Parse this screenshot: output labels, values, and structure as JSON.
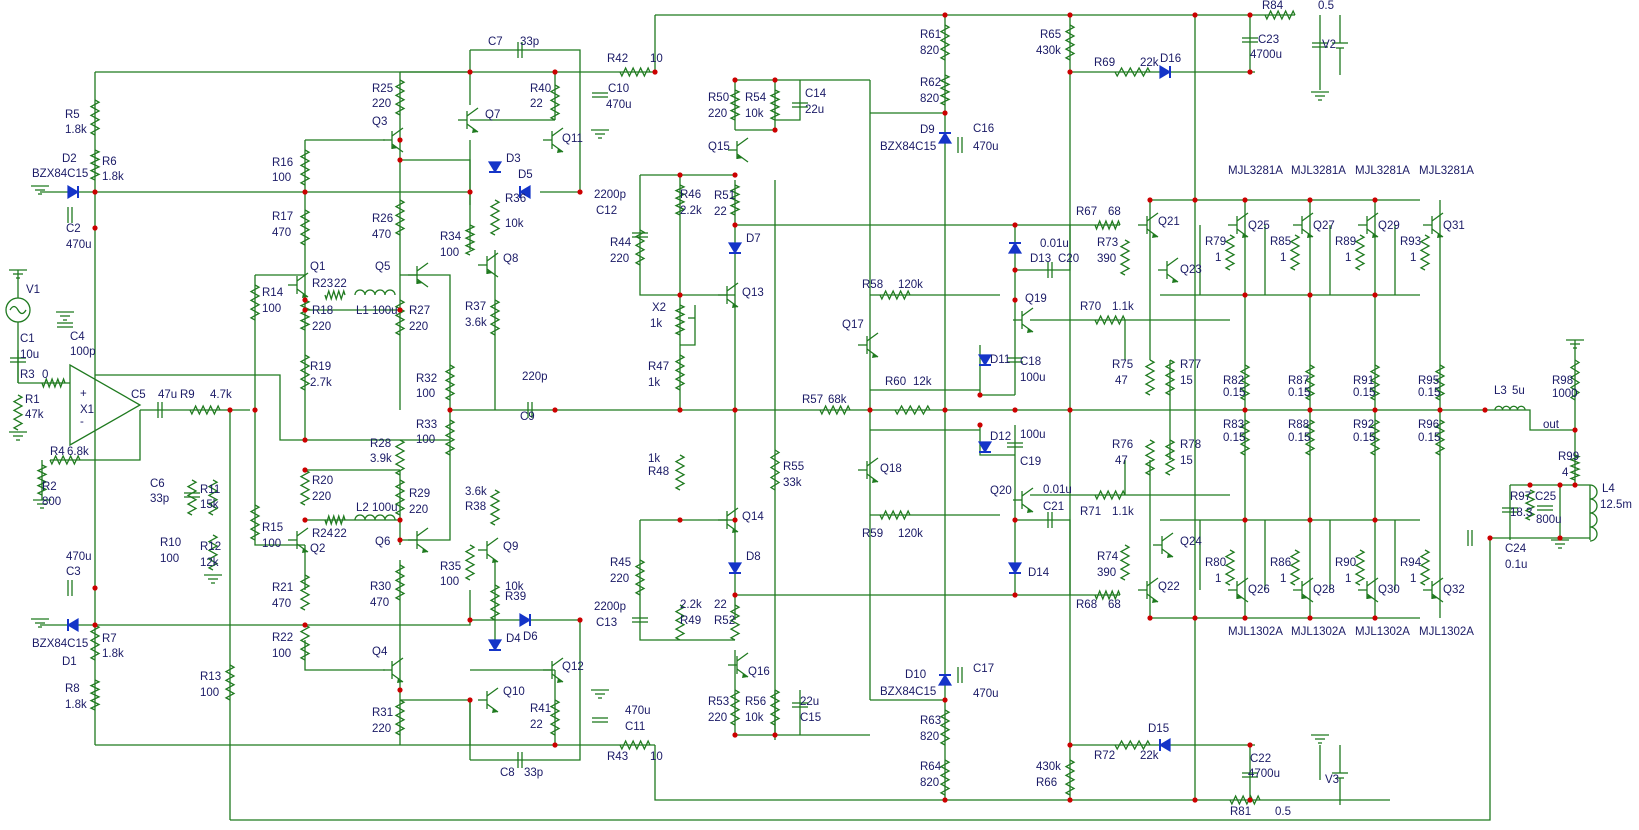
{
  "labels": {
    "R84": "R84",
    "R84v": "0.5",
    "C23": "C23",
    "C23v": "4700u",
    "V2": "V2",
    "C7": "C7",
    "C7v": "33p",
    "R42": "R42",
    "R42v": "10",
    "C10": "C10",
    "C10v": "470u",
    "R61": "R61",
    "R61v": "820",
    "R65": "R65",
    "R65v": "430k",
    "R62": "R62",
    "R62v": "820",
    "R69": "R69",
    "R69v": "22k",
    "D16": "D16",
    "D9": "D9",
    "D9t": "BZX84C15",
    "C16": "C16",
    "C16v": "470u",
    "R5": "R5",
    "R5v": "1.8k",
    "R6": "R6",
    "R6v": "1.8k",
    "D2": "D2",
    "D2t": "BZX84C15",
    "C2": "C2",
    "C2v": "470u",
    "R25": "R25",
    "R25v": "220",
    "Q3": "Q3",
    "Q7": "Q7",
    "Q11": "Q11",
    "R40": "R40",
    "R40v": "22",
    "R50": "R50",
    "R50v": "220",
    "R54": "R54",
    "R54v": "10k",
    "C14": "C14",
    "C14v": "22u",
    "Q15": "Q15",
    "D3": "D3",
    "D5": "D5",
    "R16": "R16",
    "R16v": "100",
    "R26": "R26",
    "R26v": "470",
    "R36": "R36",
    "R36v": "10k",
    "R46": "R46",
    "R46v": "2.2k",
    "C12": "C12",
    "C12v": "2200p",
    "R51": "R51",
    "R51v": "22",
    "MJ1": "MJL3281A",
    "MJ2": "MJL3281A",
    "MJ3": "MJL3281A",
    "MJ4": "MJL3281A",
    "R67": "R67",
    "R67v": "68",
    "C20": "C20",
    "C20v": "0.01u",
    "D13": "D13",
    "Q21": "Q21",
    "Q25": "Q25",
    "Q27": "Q27",
    "Q29": "Q29",
    "Q31": "Q31",
    "R17": "R17",
    "R17v": "470",
    "R34": "R34",
    "R34v": "100",
    "Q8": "Q8",
    "D7": "D7",
    "R44": "R44",
    "R44v": "220",
    "R73": "R73",
    "R73v": "390",
    "Q23": "Q23",
    "R79": "R79",
    "R79v": "1",
    "R85": "R85",
    "R85v": "1",
    "R89": "R89",
    "R89v": "1",
    "R93": "R93",
    "R93v": "1",
    "V1": "V1",
    "Q1": "Q1",
    "R23": "R23",
    "R23v": "22",
    "Q5": "Q5",
    "Q13": "Q13",
    "R58": "R58",
    "R58v": "120k",
    "R14": "R14",
    "R14v": "100",
    "R18": "R18",
    "R18v": "220",
    "L1": "L1",
    "L1v": "100u",
    "R27": "R27",
    "R27v": "220",
    "R37": "R37",
    "R37v": "3.6k",
    "X2": "X2",
    "X2v": "1k",
    "Q19": "Q19",
    "R70": "R70",
    "R70v": "1.1k",
    "Q17": "Q17",
    "C1": "C1",
    "C1v": "10u",
    "C4": "C4",
    "C4v": "100p",
    "R3": "R3",
    "R3v": "0",
    "R19": "R19",
    "R19v": "2.7k",
    "R47": "R47",
    "R47v": "1k",
    "D11": "D11",
    "C18": "C18",
    "C18v": "100u",
    "R75": "R75",
    "R75v": "47",
    "R77": "R77",
    "R77v": "15",
    "R82": "R82",
    "R82v": "0.15",
    "R87": "R87",
    "R87v": "0.15",
    "R91": "R91",
    "R91v": "0.15",
    "R95": "R95",
    "R95v": "0.15",
    "R1": "R1",
    "R1v": "47k",
    "X1": "X1",
    "C5": "C5",
    "C5v": "47u",
    "R9": "R9",
    "R9v": "4.7k",
    "R32": "R32",
    "R32v": "100",
    "C9": "C9",
    "C9v": "220p",
    "R60": "R60",
    "R60v": "12k",
    "R57": "R57",
    "R57v": "68k",
    "L3": "L3",
    "L3v": "5u",
    "R98": "R98",
    "R98v": "1000",
    "out": "out",
    "R33": "R33",
    "R33v": "100",
    "R4": "R4",
    "R4v": "6.8k",
    "D12": "D12",
    "C19": "C19",
    "C19v": "100u",
    "R83": "R83",
    "R83v": "0.15",
    "R88": "R88",
    "R88v": "0.15",
    "R92": "R92",
    "R92v": "0.15",
    "R96": "R96",
    "R96v": "0.15",
    "R28": "R28",
    "R28v": "3.9k",
    "R48": "R48",
    "R48v": "1k",
    "R55": "R55",
    "R55v": "33k",
    "Q18": "Q18",
    "R76": "R76",
    "R76v": "47",
    "R78": "R78",
    "R78v": "15",
    "R99": "R99",
    "R99v": "4",
    "R2": "R2",
    "R2v": "800",
    "C6": "C6",
    "C6v": "33p",
    "R11": "R11",
    "R11v": "15k",
    "R20": "R20",
    "R20v": "220",
    "R29": "R29",
    "R29v": "220",
    "L2": "L2",
    "L2v": "100u",
    "R38": "R38",
    "R38v": "3.6k",
    "Q20": "Q20",
    "C21": "C21",
    "C21v": "0.01u",
    "R71": "R71",
    "R71v": "1.1k",
    "L4": "L4",
    "L4v": "12.5m",
    "R10": "R10",
    "R10v": "100",
    "R12": "R12",
    "R12v": "12k",
    "R15": "R15",
    "R15v": "100",
    "R24": "R24",
    "R24v": "22",
    "Q2": "Q2",
    "Q6": "Q6",
    "Q9": "Q9",
    "Q14": "Q14",
    "R59": "R59",
    "R59v": "120k",
    "R97": "R97",
    "R97v": "18.3",
    "C25": "C25",
    "C25v": "800u",
    "C24": "C24",
    "C24v": "0.1u",
    "C3": "C3",
    "C3v": "470u",
    "R35": "R35",
    "R35v": "100",
    "R39": "R39",
    "R39v": "10k",
    "D8": "D8",
    "R74": "R74",
    "R74v": "390",
    "Q24": "Q24",
    "Q22": "Q22",
    "R45": "R45",
    "R45v": "220",
    "R21": "R21",
    "R21v": "470",
    "R30": "R30",
    "R30v": "470",
    "R49": "R49",
    "R49v": "2.2k",
    "C13": "C13",
    "C13v": "2200p",
    "R52": "R52",
    "R52v": "22",
    "D14": "D14",
    "R80": "R80",
    "R80v": "1",
    "R86": "R86",
    "R86v": "1",
    "R90": "R90",
    "R90v": "1",
    "R94": "R94",
    "R94v": "1",
    "Q26": "Q26",
    "Q28": "Q28",
    "Q30": "Q30",
    "Q32": "Q32",
    "R68": "R68",
    "R68v": "68",
    "D1": "D1",
    "D1t": "BZX84C15",
    "R7": "R7",
    "R7v": "1.8k",
    "D4": "D4",
    "D6": "D6",
    "MN1": "MJL1302A",
    "MN2": "MJL1302A",
    "MN3": "MJL1302A",
    "MN4": "MJL1302A",
    "R22": "R22",
    "R22v": "100",
    "Q4": "Q4",
    "Q12": "Q12",
    "Q16": "Q16",
    "R13": "R13",
    "R13v": "100",
    "D10": "D10",
    "D10t": "BZX84C15",
    "C17": "C17",
    "C17v": "470u",
    "R8": "R8",
    "R8v": "1.8k",
    "Q10": "Q10",
    "R41": "R41",
    "R41v": "22",
    "R53": "R53",
    "R53v": "220",
    "R56": "R56",
    "R56v": "10k",
    "C15": "C15",
    "C15v": "22u",
    "R31": "R31",
    "R31v": "220",
    "C11": "C11",
    "C11v": "470u",
    "R63": "R63",
    "R63v": "820",
    "D15": "D15",
    "R43": "R43",
    "R43v": "10",
    "C8": "C8",
    "C8v": "33p",
    "R72": "R72",
    "R72v": "22k",
    "C22": "C22",
    "C22v": "4700u",
    "R64": "R64",
    "R64v": "820",
    "R66": "R66",
    "R66v": "430k",
    "V3": "V3",
    "R81": "R81",
    "R81v": "0.5"
  }
}
